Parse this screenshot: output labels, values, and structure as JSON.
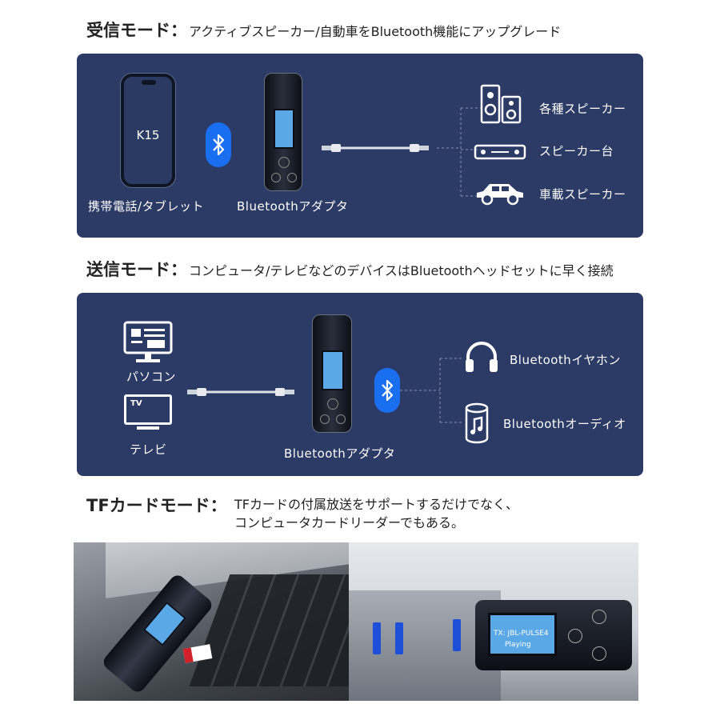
{
  "receive": {
    "mode_label": "受信モード",
    "colon": "：",
    "description": "アクティブスピーカー/自動車をBluetooth機能にアップグレード",
    "phone_screen_text": "K15",
    "phone_label": "携帯電話/タブレット",
    "adapter_label": "Bluetoothアダプタ",
    "outputs": [
      {
        "label": "各種スピーカー",
        "icon": "speaker-icon"
      },
      {
        "label": "スピーカー台",
        "icon": "speaker-stand-icon"
      },
      {
        "label": "車載スピーカー",
        "icon": "car-icon"
      }
    ]
  },
  "transmit": {
    "mode_label": "送信モード",
    "colon": "：",
    "description": "コンピュータ/テレビなどのデバイスはBluetoothヘッドセットに早く接続",
    "sources": [
      {
        "label": "パソコン",
        "icon": "computer-icon"
      },
      {
        "label": "テレビ",
        "icon": "tv-icon"
      }
    ],
    "tv_screen_text": "TV",
    "adapter_label": "Bluetoothアダプタ",
    "outputs": [
      {
        "label": "Bluetoothイヤホン",
        "icon": "headphones-icon"
      },
      {
        "label": "Bluetoothオーディオ",
        "icon": "audio-speaker-icon"
      }
    ]
  },
  "tf_card": {
    "mode_label": "TFカードモード",
    "colon": "：",
    "description_line1": "TFカードの付属放送をサポートするだけでなく、",
    "description_line2": "コンピュータカードリーダーでもある。",
    "device_screen_line1": "TX: JBL-PULSE4",
    "device_screen_line2": "Playing"
  },
  "colors": {
    "panel": "#2c3a66",
    "bluetooth_badge": "#1a6ef0",
    "lcd": "#5aa8e6"
  }
}
